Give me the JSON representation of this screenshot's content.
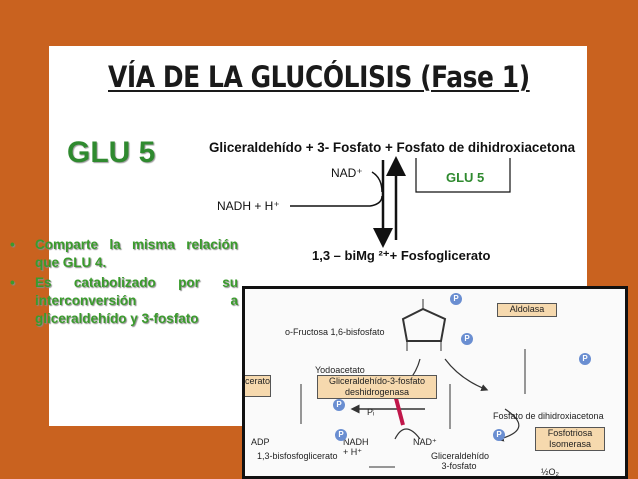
{
  "slide": {
    "title": "VÍA DE LA GLUCÓLISIS (Fase 1)",
    "glu_label": "GLU 5",
    "reaction": "Gliceraldehído + 3- Fosfato + Fosfato de dihidroxiacetona",
    "nad": "NAD⁺",
    "nadh": "NADH + H⁺",
    "glu_small": "GLU 5",
    "product": "1,3 – biMg ²⁺+ Fosfoglicerato",
    "bullets": [
      "Comparte la misma relación que GLU 4.",
      "Es catabolizado por su interconversión a gliceraldehído y 3-fosfato"
    ]
  },
  "figure": {
    "fructose": "o-Fructosa 1,6-bisfosfato",
    "aldolasa": "Aldolasa",
    "yodoacetato": "Yodoacetato",
    "enzyme_box": "Gliceraldehído-3-fosfato deshidrogenasa",
    "fosfato_dhap": "Fosfato de dihidroxiacetona",
    "fosfotriosa": "Fosfotriosa Isomerasa",
    "bisfosfo": "1,3-bisfosfoglicerato",
    "g3p": "Gliceraldehído 3-fosfato",
    "adp": "ADP",
    "nadh": "NADH + H⁺",
    "nad": "NAD⁺",
    "pi": "Pᵢ",
    "partial_box": "cerato",
    "o2": "½O₂",
    "p": "P"
  },
  "colors": {
    "background": "#c9621f",
    "green_text": "#2f8a2f",
    "bullet_green": "#3a9b2c",
    "enzyme_fill": "#f6d9ae",
    "phosphate": "#6a8ed1",
    "inhibitor": "#c0174a"
  }
}
